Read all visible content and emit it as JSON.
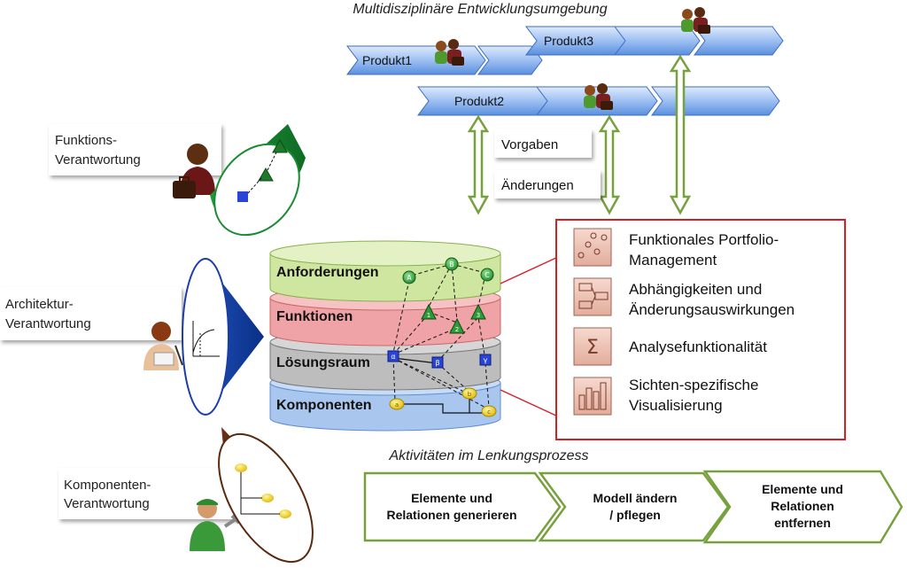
{
  "top_title": "Multidisziplinäre Entwicklungsumgebung",
  "products": [
    "Produkt1",
    "Produkt2",
    "Produkt3"
  ],
  "side_labels": {
    "vorgaben": "Vorgaben",
    "aenderungen": "Änderungen"
  },
  "roles": {
    "funktion": [
      "Funktions-",
      "Verantwortung"
    ],
    "architektur": [
      "Architektur-",
      "Verantwortung"
    ],
    "komponenten": [
      "Komponenten-",
      "Verantwortung"
    ]
  },
  "layers": [
    {
      "label": "Anforderungen",
      "color": "#cfe6a0"
    },
    {
      "label": "Funktionen",
      "color": "#f0a3a6"
    },
    {
      "label": "Lösungsraum",
      "color": "#bdbdbd"
    },
    {
      "label": "Komponenten",
      "color": "#a9c6ee"
    }
  ],
  "node_letters": {
    "requirements": [
      "A",
      "B",
      "C"
    ],
    "functions": [
      "1",
      "2",
      "3"
    ],
    "solutions": [
      "α",
      "β",
      "γ"
    ],
    "components": [
      "a",
      "b",
      "c"
    ]
  },
  "features": [
    {
      "icon": "portfolio-icon",
      "lines": [
        "Funktionales Portfolio-",
        "Management"
      ]
    },
    {
      "icon": "dependency-icon",
      "lines": [
        "Abhängigkeiten und",
        "Änderungsauswirkungen"
      ]
    },
    {
      "icon": "sigma-icon",
      "symbol": "Σ",
      "lines": [
        "Analysefunktionalität"
      ]
    },
    {
      "icon": "bar-chart-icon",
      "lines": [
        "Sichten-spezifische",
        "Visualisierung"
      ]
    }
  ],
  "process_title": "Aktivitäten im Lenkungsprozess",
  "process_steps": [
    [
      "Elemente und",
      "Relationen generieren"
    ],
    [
      "Modell ändern",
      "/ pflegen"
    ],
    [
      "Elemente und",
      "Relationen",
      "entfernen"
    ]
  ],
  "colors": {
    "green_accent": "#77a13d",
    "red_frame": "#d62027",
    "chevron_blue": "#4f86d6"
  }
}
